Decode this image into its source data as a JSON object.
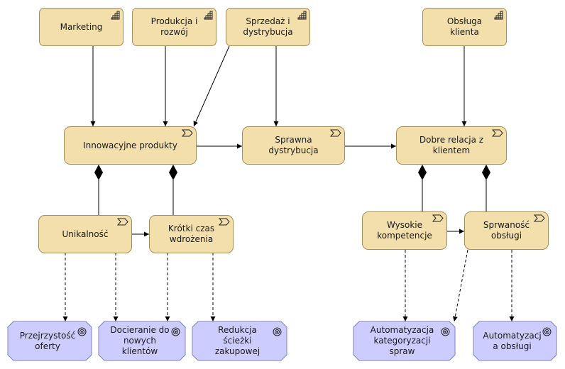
{
  "actors": [
    {
      "id": "marketing",
      "label": "Marketing"
    },
    {
      "id": "produkcja",
      "label": "Produkcja i rozwój"
    },
    {
      "id": "sprzedaz",
      "label": "Sprzedaż i dystrybucja"
    },
    {
      "id": "obsluga",
      "label": "Obsługa klienta"
    }
  ],
  "capabilities": [
    {
      "id": "innowacyjne",
      "label": "Innowacyjne produkty"
    },
    {
      "id": "sprawna",
      "label": "Sprawna dystrybucja"
    },
    {
      "id": "dobre",
      "label": "Dobre relacja z klientem"
    },
    {
      "id": "unikalnosc",
      "label": "Unikalność"
    },
    {
      "id": "krotki",
      "label": "Krótki czas wdrożenia"
    },
    {
      "id": "wysokie",
      "label": "Wysokie kompetencje"
    },
    {
      "id": "sprwanosc",
      "label": "Sprwaność obsługi"
    }
  ],
  "goals": [
    {
      "id": "przejrzystosc",
      "label": "Przejrzystość oferty"
    },
    {
      "id": "docieranie",
      "label": "Docieranie do nowych klientów"
    },
    {
      "id": "redukcja",
      "label": "Redukcja ścieżki zakupowej"
    },
    {
      "id": "automatyzacja-kat",
      "label": "Automatyzacja kategoryzacji spraw"
    },
    {
      "id": "automatyzacja-obs",
      "label": "Automatyzacj a obsługi"
    }
  ],
  "colors": {
    "actor_fill": "#f3dfab",
    "capability_fill": "#f3dfab",
    "goal_fill": "#ccccff",
    "line": "#000000"
  },
  "icons": {
    "actor": "stair-icon",
    "capability": "chevron-arrow-icon",
    "goal": "target-icon"
  }
}
